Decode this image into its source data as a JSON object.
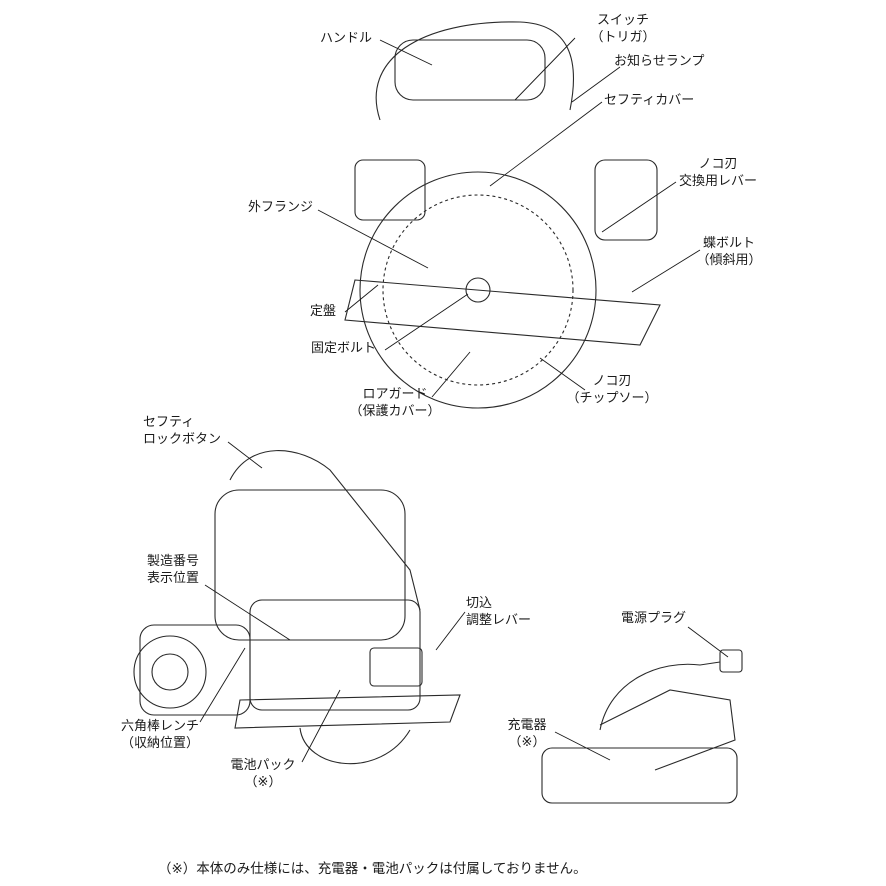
{
  "labels": {
    "handle": "ハンドル",
    "switch": "スイッチ",
    "switch_sub": "（トリガ）",
    "indicator_lamp": "お知らせランプ",
    "safety_cover": "セフティカバー",
    "blade_lever": "ノコ刃",
    "blade_lever_sub": "交換用レバー",
    "outer_flange": "外フランジ",
    "wing_bolt": "蝶ボルト",
    "wing_bolt_sub": "（傾斜用）",
    "base_plate": "定盤",
    "fixing_bolt": "固定ボルト",
    "lower_guard": "ロアガード",
    "lower_guard_sub": "（保護カバー）",
    "saw_blade": "ノコ刃",
    "saw_blade_sub": "（チップソー）",
    "safety_lock": "セフティ",
    "safety_lock_sub": "ロックボタン",
    "serial_number": "製造番号",
    "serial_number_sub": "表示位置",
    "depth_lever": "切込",
    "depth_lever_sub": "調整レバー",
    "power_plug": "電源プラグ",
    "hex_wrench": "六角棒レンチ",
    "hex_wrench_sub": "（収納位置）",
    "charger": "充電器",
    "charger_sub": "（※）",
    "battery_pack": "電池パック",
    "battery_pack_sub": "（※）"
  },
  "footnote": "（※）本体のみ仕様には、充電器・電池パックは付属しておりません。"
}
